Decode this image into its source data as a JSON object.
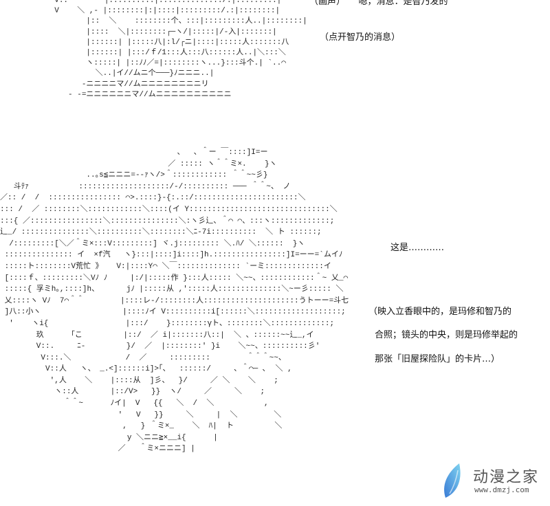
{
  "captions": {
    "top_cut": "（画声）　　嗯，消息：是智乃发的",
    "open_message": "（点开智乃的消息）",
    "this_is": "这是…………",
    "desc_line1": "（映入立香眼中的，是玛修和智乃的",
    "desc_line2": "合照；镜头的中央，则是玛修举起的",
    "desc_line3": "那张「旧屋探险队」的卡片…）"
  },
  "art": {
    "top": "            V:.        |::::::::::|::::::::::::::/.|:::::::::|\n            V    ＼ ,- |::::::::|:|::::|:::::::::/.:|::::::::|\n                   |::  ＼    ::::::::个、:::|:::::::::人..|::::::::|\n                   |::::  ＼|::::::::┌─ヽ/|:::::|/-入|:::::::|\n                   |::::::| |:::::八|:l/┌ニ|::::|:::::人:::::::八\n                   |::::::| |:::/ｆ/1:::人:::八::::::人..|＼:::＼\n                   ヽ:::::| |::ﾉﾉ／=|::::::::ヽ...}:::斗个.| `..⌒\n                     ＼..|イ//ムニ个───}ﾉニニニ..|\n                  -ニニニニマ//ムニニニニニニニニリ\n               - -=ニニニニニニマ//ムニニニニニニニニニニ",
    "bottom": "                                       、  、＾ー ￣::::]I=ー\n                                     ／ ::::: ヽ＾＾ミ×.    }ヽ\n                   ..｡s≦ニニニ=--ｧヽ/>＾:::::::::::: ＾＾~~彡}\n   斗ﾃｧ           ::::::::::::::::::::/-/:::::::::: ─── ＾＾~、 ノ\n／:: /  /  :::::::::::::::: ⌒>.::::}-{:.::/:::::::::::::::::::::::＼\n::: /  ／ ::::::::＼::::::::::::＼::::(イ Y:::::::::::::::::::::::::::::::＼\n:::{ ／::::::::::::::::＼:::::::::::::::＼:ヽ彡辶、＾⌒ ⌒、:::ヽ:::::::::::::;\n辶_/ :::::::::::::::＼::::::::::＼::::::::＼ﾆ-7i::::::::::  ＼ ト ::::::;\n  /:::::::::[＼／＾ミ×:::V:::::::::] ヾ.j::::::::: ＼.ﾊ/ ＼::::::  }ヽ\n ::::::::::::::: イ  ×f汽   ヽ}:::|::::]i::::]h.::::::::::::::::]I=ーー=`ムイﾉ\n :::::ト::::::::V荒忙 》   V:|::::Y⌒ ＼￣:::::::::::::: `ーミ:::::::::::::イ\n [::::ｆ、:::::::::＼Vﾉ ﾉ     |:/|:::::作 }:::人::::: ＼~~、::::::::::::＾~ 乂_⌒\n :::::{ 孚ミh｡,::::]h、      jﾉ |:::::从 ,':::::人::::::::::::::＼~ー彡::::: ＼\n 乂::::ヽ Vﾉ  7⌒＾＾        |::::レ-/::::::::人:::::::::::::::::::::うトーー=斗七\n ]八::小ヽ                  |::::ﾉイ V::::::::::i[::::::＼:::::::::::::::::::;\n  '    ヽi{                 |:::/    }::::::::γト、::::::::＼:::::::::::::;\n        玖      ｢こ         |::/  ／ i|:::::::八::|  ＼ 、::::::~~辶_,イ\n        V::.     ﾆ-         }/  ／  |::::::::' }i    ＼~~、::::::::::彡'\n         V:::.＼            /  ／     :::::::::        ＾＾＾~~、\n          V::人   ヽ、 _.<]::::::i]>｢、  ::::::/     、＾⌒─ ､  ＼ ,\n           ',人    ＼    |::::从  ]彡、  }/     ／ ＼    ＼    ;\n            ヽ::人       |::/V>   }}  ヽ/     ／     ＼    ;\n              ＾＾~      ﾉイ|  V   {{   ＼  /  ＼           ,\n                          '   V   }}     ＼     |  ＼        ＼\n                           ,   } ＾ミ×_    ＼  ﾊ|  ト         ＼\n                            y ＼ニニ≧×__i{      |\n                          ／   ＾ミ×ニニニ] |"
  },
  "logo": {
    "name": "动漫之家",
    "url": "www.dmzj.com"
  }
}
